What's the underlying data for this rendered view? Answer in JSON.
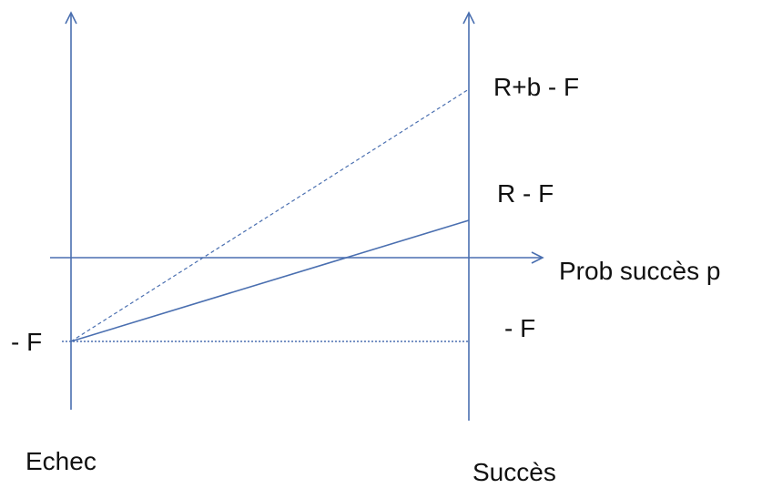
{
  "diagram": {
    "labels": {
      "r_plus_b_minus_f": "R+b - F",
      "r_minus_f": "R - F",
      "x_axis": "Prob succès p",
      "neg_f_left": "- F",
      "neg_f_right": "- F",
      "echec": "Echec",
      "succes": "Succès"
    },
    "colors": {
      "line": "#4a6fb0",
      "text": "#111111"
    }
  }
}
